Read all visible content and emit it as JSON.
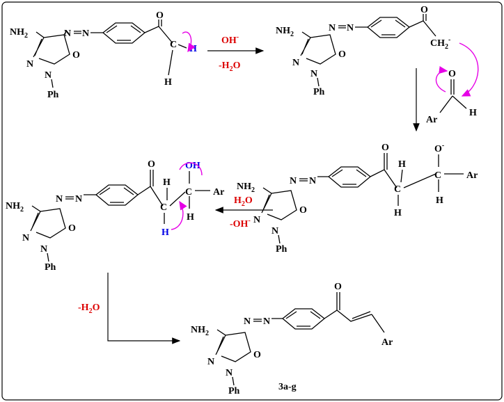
{
  "colors": {
    "black": "#000000",
    "red": "#dc0000",
    "blue": "#0000e6",
    "magenta": "#e600e6"
  },
  "atoms": {
    "nh2": "NH",
    "nh2_sub": "2",
    "n": "N",
    "o": "O",
    "ph": "Ph",
    "h": "H",
    "c": "C",
    "ch2": "CH",
    "ch2_sub": "2",
    "minus": "-",
    "ar": "Ar",
    "oh": "OH"
  },
  "steps": {
    "step1_reagent": "OH",
    "step1_reagent_sup": "-",
    "step1_loss": "-H",
    "step1_loss_sub": "2",
    "step1_loss_end": "O",
    "step3_reagent": "H",
    "step3_reagent_sub": "2",
    "step3_reagent_end": "O",
    "step3_loss": "-OH",
    "step3_loss_sup": "-",
    "step4_loss": "-H",
    "step4_loss_sub": "2",
    "step4_loss_end": "O"
  },
  "product_label": "3a-g"
}
